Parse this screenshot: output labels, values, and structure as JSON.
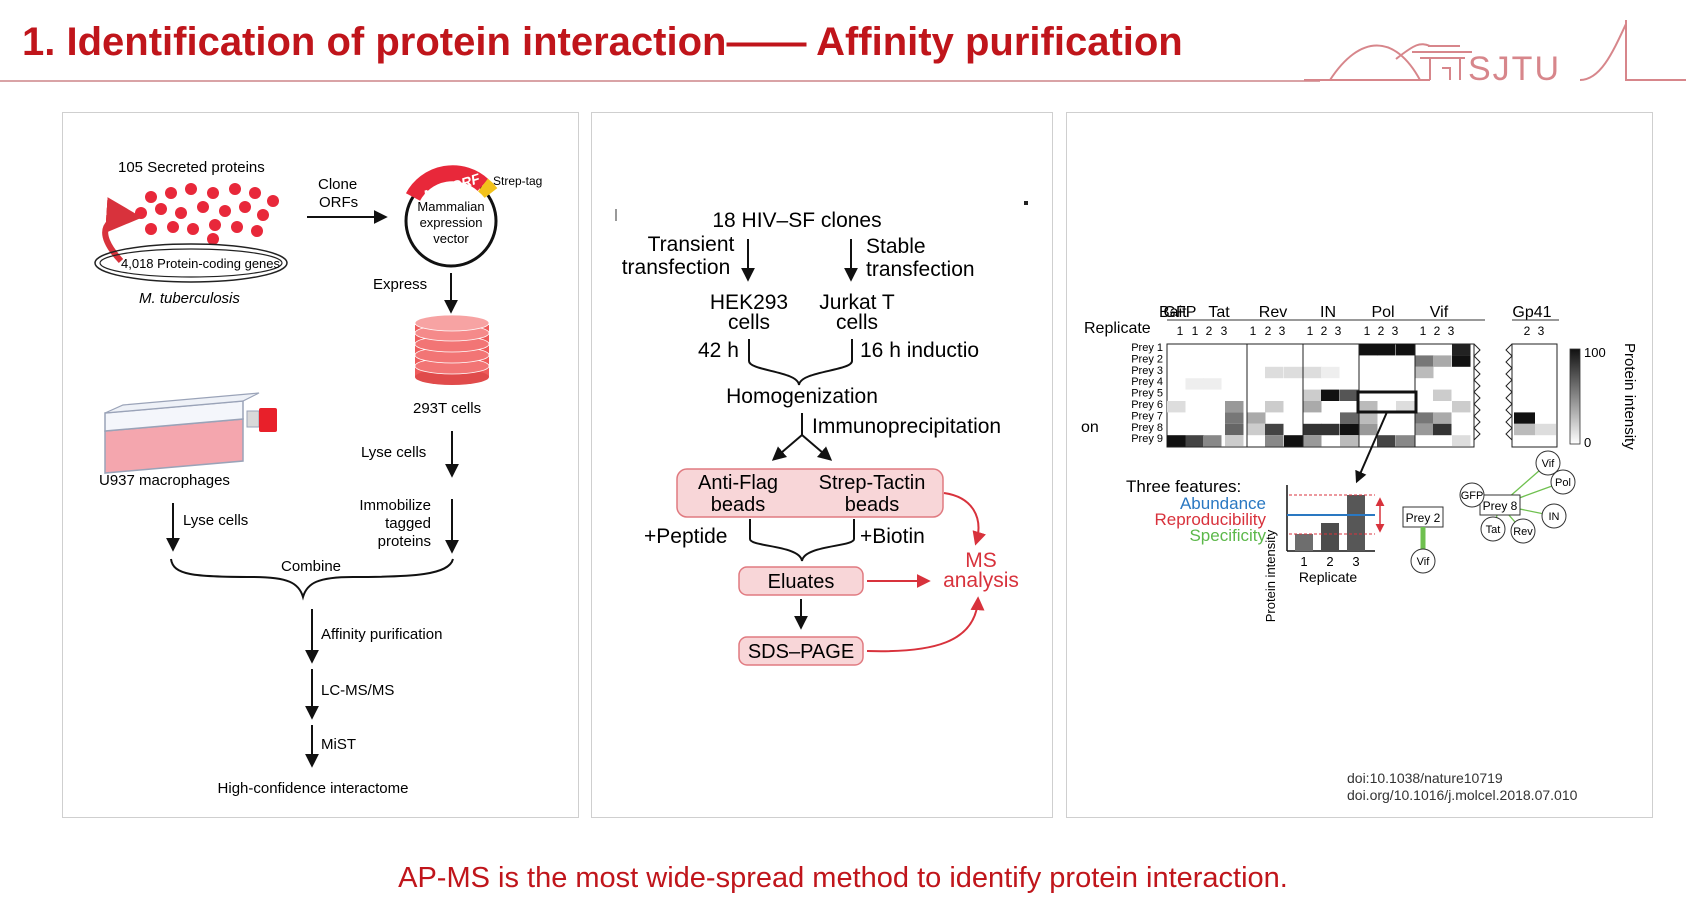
{
  "title": "1. Identification of protein interaction—— Affinity purification",
  "logo": {
    "text": "SJTU"
  },
  "panel1": {
    "secreted": "105 Secreted proteins",
    "genes": "4,018 Protein-coding genes",
    "organism": "M. tuberculosis",
    "clone": [
      "Clone",
      "ORFs"
    ],
    "orf": "Mtb ORF",
    "strep_tag": "Strep-tag",
    "vector": [
      "Mammalian",
      "expression",
      "vector"
    ],
    "express": "Express",
    "cells293": "293T cells",
    "lyse_right": "Lyse cells",
    "immobilize": [
      "Immobilize",
      "tagged",
      "proteins"
    ],
    "macrophages": "U937 macrophages",
    "lyse_left": "Lyse cells",
    "combine": "Combine",
    "affinity": "Affinity purification",
    "lcms": "LC-MS/MS",
    "mist": "MiST",
    "interactome": "High-confidence interactome"
  },
  "panel2": {
    "clones": "18 HIV–SF clones",
    "transient": [
      "Transient",
      "transfection"
    ],
    "stable": [
      "Stable",
      "transfection"
    ],
    "hek": [
      "HEK293",
      "cells"
    ],
    "jurkat": [
      "Jurkat T",
      "cells"
    ],
    "h42": "42 h",
    "h16": "16 h inductio",
    "homogenization": "Homogenization",
    "ip": "Immunoprecipitation",
    "antiflag": [
      "Anti-Flag",
      "beads"
    ],
    "streptactin": [
      "Strep-Tactin",
      "beads"
    ],
    "peptide": "+Peptide",
    "biotin": "+Biotin",
    "eluates": "Eluates",
    "sds": "SDS–PAGE",
    "ms": [
      "MS",
      "analysis"
    ],
    "colors": {
      "box_fill": "#f8d6d8",
      "box_stroke": "#e07a80",
      "arrow": "#d8323c"
    }
  },
  "panel3": {
    "bait_label": "Bait",
    "replicate_label": "Replicate",
    "baits": [
      "GFP",
      "Tat",
      "Rev",
      "IN",
      "Pol",
      "Vif",
      "Gp41"
    ],
    "replicates": [
      "1",
      "1",
      "2",
      "3",
      "1",
      "2",
      "3",
      "1",
      "2",
      "3",
      "1",
      "2",
      "3",
      "1",
      "2",
      "3",
      "2",
      "3"
    ],
    "preys": [
      "Prey 1",
      "Prey 2",
      "Prey 3",
      "Prey 4",
      "Prey 5",
      "Prey 6",
      "Prey 7",
      "Prey 8",
      "Prey 9"
    ],
    "on_fragment": "on",
    "scale_max": "100",
    "scale_min": "0",
    "scale_label": "Protein intensity",
    "features_title": "Three features:",
    "features": [
      {
        "name": "Abundance",
        "color": "#2a78c2"
      },
      {
        "name": "Reproducibility",
        "color": "#d8323c"
      },
      {
        "name": "Specificity",
        "color": "#5cb84a"
      }
    ],
    "bar_ylabel": "Protein intensity",
    "bar_xlabel": "Replicate",
    "bar_ticks": [
      "1",
      "2",
      "3"
    ],
    "network_left": [
      "Prey 2",
      "Vif"
    ],
    "network_center": "Prey 8",
    "network_nodes": [
      "Vif",
      "Pol",
      "IN",
      "Rev",
      "Tat",
      "GFP"
    ],
    "doi": [
      "doi:10.1038/nature10719",
      "doi.org/10.1016/j.molcel.2018.07.010"
    ]
  },
  "footer": "AP-MS is the most wide-spread method to identify protein interaction."
}
